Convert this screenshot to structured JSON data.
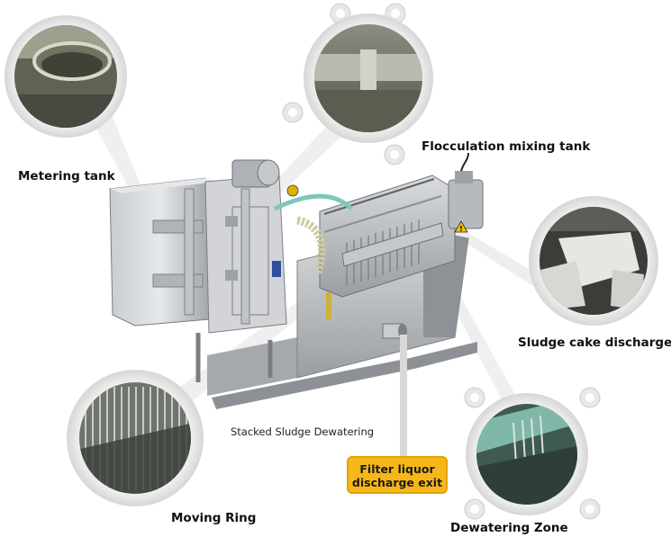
{
  "labels": {
    "metering_tank": "Metering tank",
    "flocculation_tank": "Flocculation mixing tank",
    "sludge_cake": "Sludge cake discharge",
    "moving_ring": "Moving Ring",
    "dewatering_zone": "Dewatering Zone",
    "caption": "Stacked Sludge Dewatering",
    "filter_line1": "Filter liquor",
    "filter_line2": "discharge exit"
  },
  "colors": {
    "highlight_box": "#f7b718",
    "steel": "#b9bcbf",
    "callout_ring": "#eeeeee",
    "pipe_green": "#7ec8b8",
    "pipe_blue": "#2d4f9e"
  },
  "icons": [
    "warning-triangle-icon"
  ]
}
